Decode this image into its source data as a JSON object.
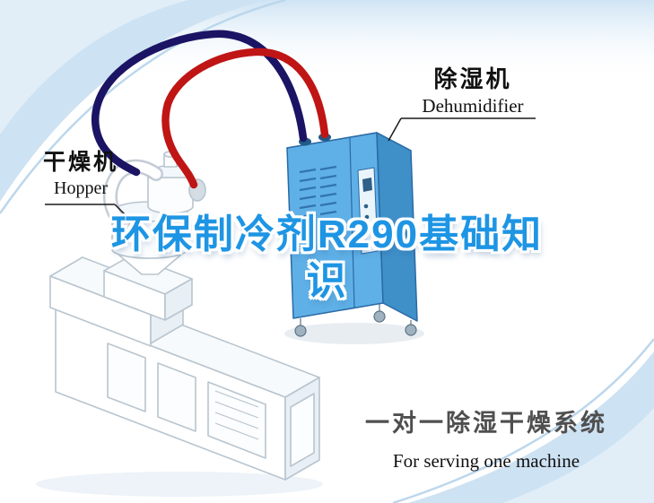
{
  "title": {
    "line1": "环保制冷剂R290基础知",
    "line2": "识"
  },
  "labels": {
    "dehumidifier": {
      "zh": "除湿机",
      "en": "Dehumidifier"
    },
    "hopper": {
      "zh": "干燥机",
      "en": "Hopper"
    }
  },
  "caption": {
    "zh": "一对一除湿干燥系统",
    "en": "For serving one machine"
  },
  "colors": {
    "title-blue": "#1e95e4",
    "caption-gray": "#4f4f4f",
    "hose-red": "#c01515",
    "hose-blue": "#1b1464",
    "dehu-front": "#5fb0e6",
    "dehu-side": "#3f8fc9",
    "dehu-top": "#7cc2ee",
    "machine-line": "#b9c5cf",
    "swoosh": "#cde2f3"
  }
}
